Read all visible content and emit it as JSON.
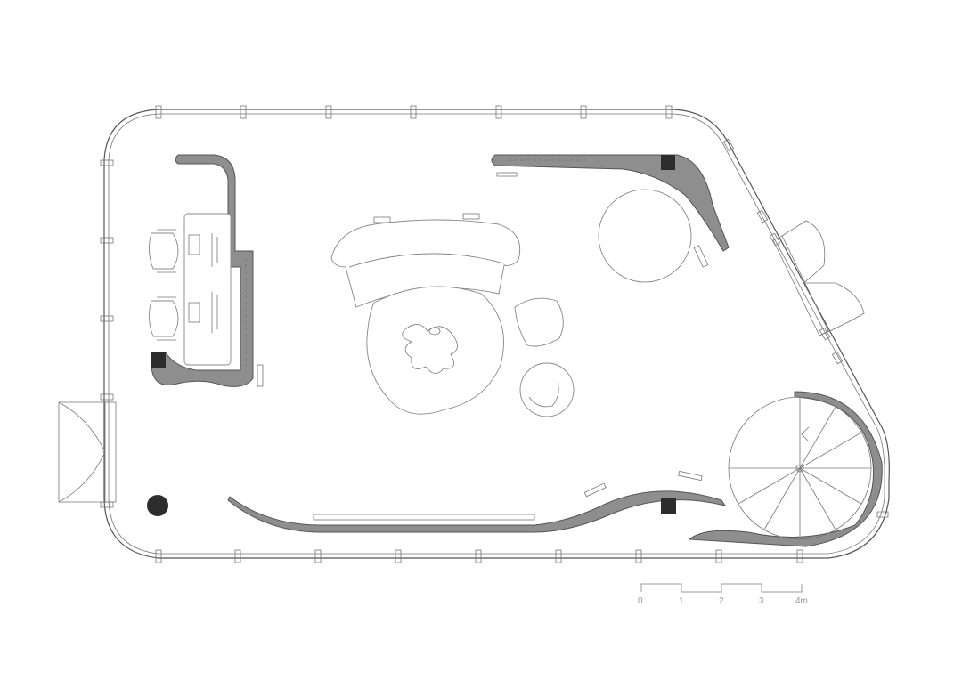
{
  "scale_bar": {
    "labels": [
      "0",
      "1",
      "2",
      "3",
      "4m"
    ]
  },
  "colors": {
    "wall": "#555555",
    "counter": "#8e8e8e",
    "dark_block": "#2d2d2d",
    "furniture_outline": "#888888"
  },
  "icons": {
    "column": "filled-square",
    "speaker": "filled-circle",
    "door": "double-swing-door",
    "stair": "spiral-stair"
  }
}
